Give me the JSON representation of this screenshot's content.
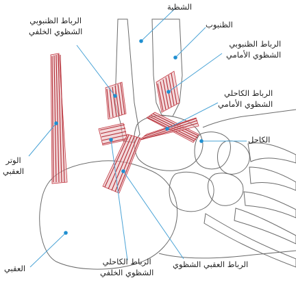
{
  "labels": {
    "fibula": "الشظية",
    "tibia": "الظنبوب",
    "posterior_tibiofibular": [
      "الرباط الظنبوبي",
      "الشظوي الخلفي"
    ],
    "anterior_tibiofibular": [
      "الرباط الظنبوبي",
      "الشظوي الأمامي"
    ],
    "anterior_talofibular": [
      "الرباط الكاحلي",
      "الشظوي الأمامي"
    ],
    "talus": "الكاحل",
    "achilles_tendon": [
      "الوتر",
      "العقبي"
    ],
    "calcaneus": "العقبي",
    "posterior_talofibular": [
      "الرباط الكاحلي",
      "الشظوي الخلفي"
    ],
    "calcaneofibular": "الرباط العقبي الشظوي"
  },
  "colors": {
    "bone_outline": "#6a6a6a",
    "ligament": "#b22a33",
    "leader_line": "#4aa3d6",
    "marker_dot": "#1f8fd1",
    "label_text": "#222222"
  }
}
